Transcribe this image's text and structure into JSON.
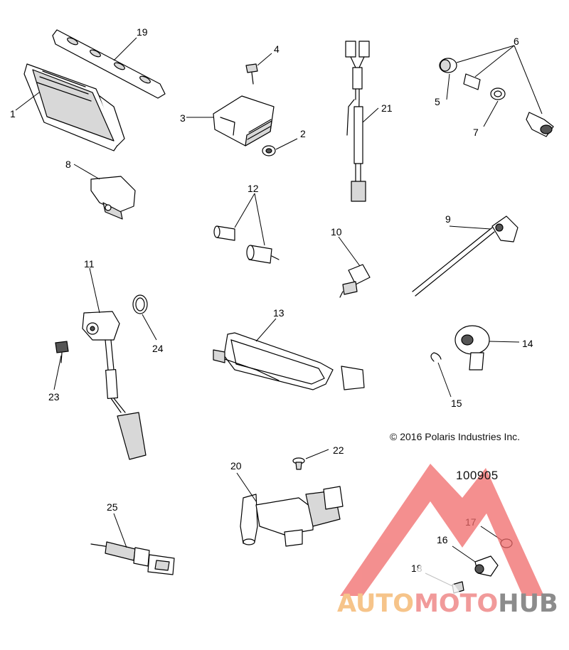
{
  "diagram": {
    "callouts": [
      "1",
      "2",
      "3",
      "4",
      "5",
      "6",
      "7",
      "8",
      "9",
      "10",
      "11",
      "12",
      "13",
      "14",
      "15",
      "16",
      "17",
      "18",
      "19",
      "20",
      "21",
      "22",
      "23",
      "24",
      "25"
    ],
    "copyright": "© 2016 Polaris Industries Inc.",
    "drawing_number": "100905"
  },
  "watermark": {
    "part_a": "AUTO",
    "part_b": "MOTO",
    "part_c": "HUB",
    "colors": {
      "auto": "#f6c48a",
      "moto": "#f19a9a",
      "hub": "#8c8c8c",
      "triangle": "#f06a6a"
    }
  }
}
